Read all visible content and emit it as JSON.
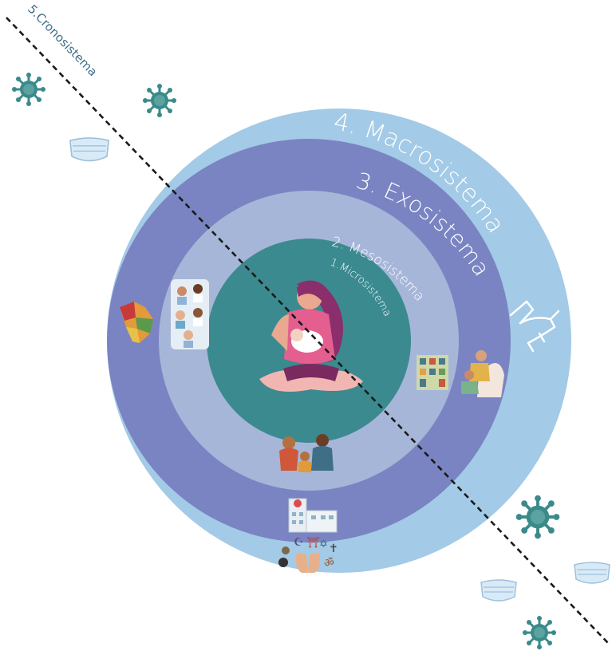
{
  "diagram": {
    "layers": [
      {
        "label": "1.Microsistema",
        "color": "#3b8a8f"
      },
      {
        "label": "2. Mesosistema",
        "color": "#a6b6d8"
      },
      {
        "label": "3. Exosistema",
        "color": "#7a84c2"
      },
      {
        "label": "4. Macrosistema",
        "color": "#a3cae6"
      }
    ],
    "chronosystem": {
      "label": "5.Cronosistema",
      "color": "#3e6f8a"
    },
    "icons": [
      "mother-breastfeeding-icon",
      "family-icon",
      "healthcare-team-icon",
      "city-buildings-icon",
      "grandparent-icon",
      "brazil-map-icon",
      "hospital-icon",
      "handshake-icon",
      "legal-document-icon",
      "religion-symbols-icon",
      "virus-icon",
      "face-mask-icon"
    ]
  }
}
